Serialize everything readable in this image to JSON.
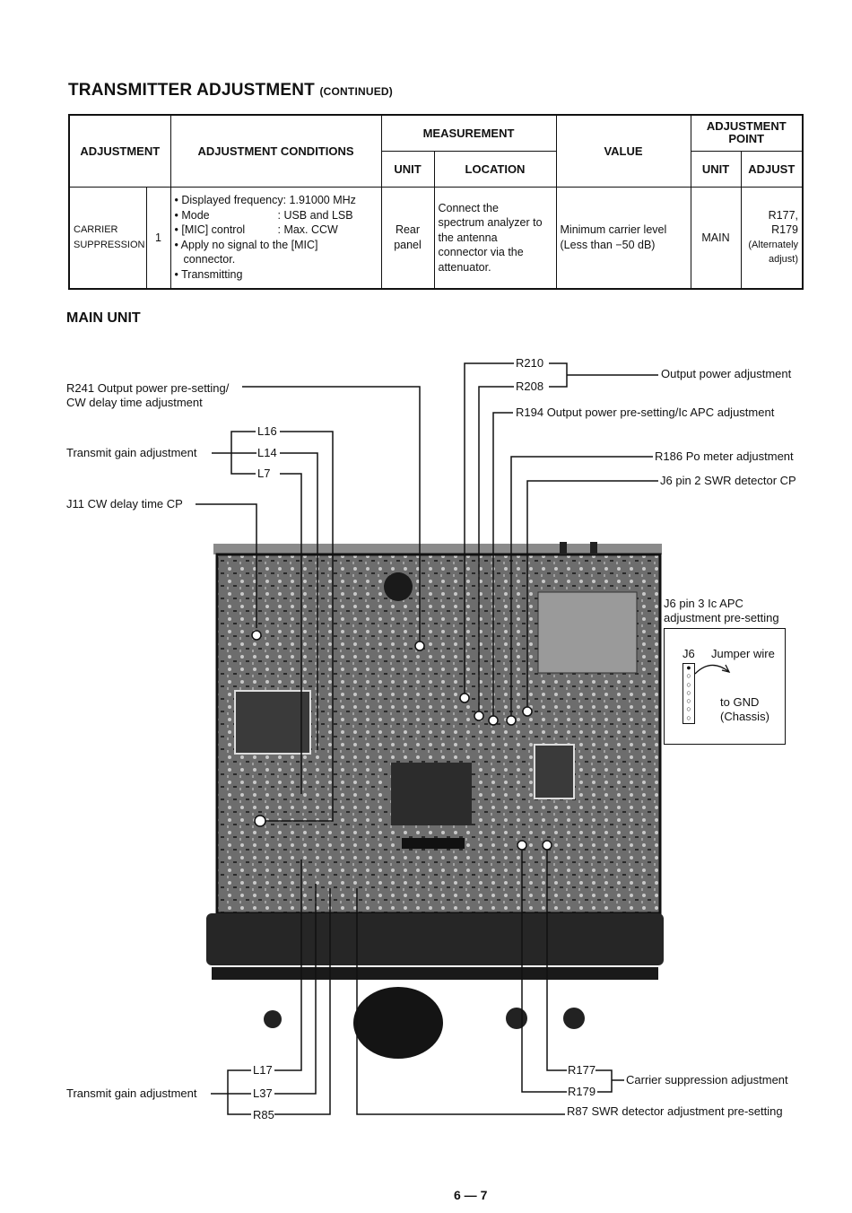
{
  "title": "TRANSMITTER ADJUSTMENT",
  "title_suffix": "(CONTINUED)",
  "table": {
    "headers": {
      "adjustment": "ADJUSTMENT",
      "conditions": "ADJUSTMENT CONDITIONS",
      "measurement": "MEASUREMENT",
      "unit": "UNIT",
      "location": "LOCATION",
      "value": "VALUE",
      "adj_point": "ADJUSTMENT POINT",
      "ap_unit": "UNIT",
      "ap_adjust": "ADJUST"
    },
    "row": {
      "name_line1": "CARRIER",
      "name_line2": "SUPPRESSION",
      "step": "1",
      "conditions": [
        "• Displayed frequency: 1.91000 MHz",
        "• Mode",
        "• [MIC] control",
        "• Apply no signal to the [MIC]",
        "connector.",
        "• Transmitting"
      ],
      "condition_values": [
        ": USB and LSB",
        ": Max. CCW"
      ],
      "unit_line1": "Rear",
      "unit_line2": "panel",
      "location": [
        "Connect the",
        "spectrum analyzer to",
        "the antenna",
        "connector via the",
        "attenuator."
      ],
      "value": [
        "Minimum carrier level",
        "(Less than −50 dB)"
      ],
      "ap_unit": "MAIN",
      "ap_adjust": [
        "R177,",
        "R179",
        "(Alternately",
        "adjust)"
      ]
    }
  },
  "section": "MAIN UNIT",
  "labels": {
    "r241": "R241 Output power pre-setting/",
    "r241b": "CW delay time adjustment",
    "tx_gain_top": "Transmit gain adjustment",
    "l16": "L16",
    "l14": "L14",
    "l7": "L7",
    "j11": "J11 CW delay time CP",
    "r210": "R210",
    "r208": "R208",
    "out_power": "Output power adjustment",
    "r194": "R194 Output power pre-setting/Ic APC adjustment",
    "r186": "R186 Po meter adjustment",
    "j6pin2": "J6 pin 2 SWR detector CP",
    "j6pin3": "J6 pin 3 Ic APC",
    "j6pin3b": "adjustment pre-setting",
    "j6": "J6",
    "jumper": "Jumper wire",
    "to_gnd": "to GND",
    "chassis": "(Chassis)",
    "l17": "L17",
    "l37": "L37",
    "r85": "R85",
    "tx_gain_bottom": "Transmit gain adjustment",
    "r177": "R177",
    "r179": "R179",
    "carrier_supp": "Carrier suppression adjustment",
    "r87": "R87 SWR detector adjustment pre-setting"
  },
  "page_number": "6 — 7"
}
